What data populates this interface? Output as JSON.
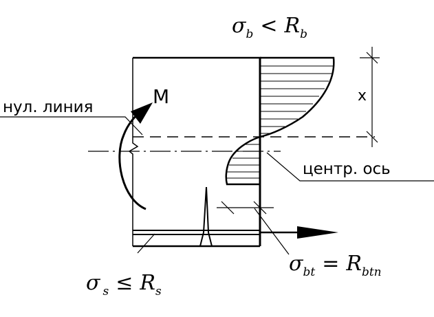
{
  "formulas": {
    "top": {
      "sym": "σ",
      "sub": "b",
      "op": "<",
      "rhs": "R",
      "rhs_sub": "b"
    },
    "bottom_left": {
      "sym": "σ",
      "sub": "s",
      "op": "≤",
      "rhs": "R",
      "rhs_sub": "s"
    },
    "bottom_right": {
      "sym": "σ",
      "sub": "bt",
      "op": "=",
      "rhs": "R",
      "rhs_sub": "btn"
    }
  },
  "labels": {
    "moment": "M",
    "neutral_line": "нул. линия",
    "centroid_axis": "центр. ось",
    "depth": "x"
  },
  "colors": {
    "ink": "#000000",
    "background": "#ffffff"
  }
}
